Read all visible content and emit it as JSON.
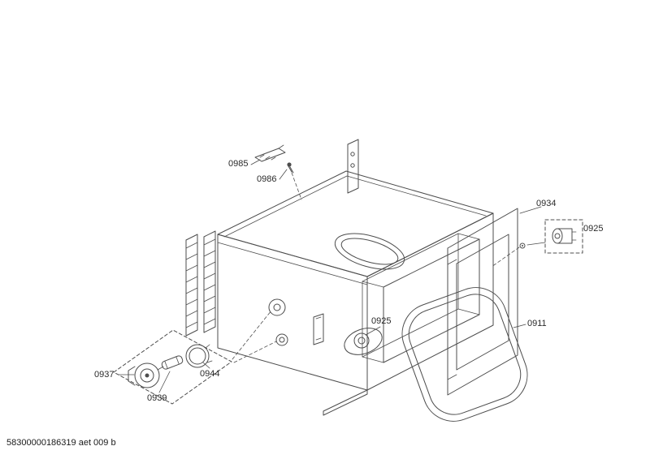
{
  "page": {
    "background": "#ffffff",
    "line_color": "#4d4d4d",
    "text_color": "#2a2a2a"
  },
  "labels": {
    "p0985": "0985",
    "p0986": "0986",
    "p0934": "0934",
    "p0925_right": "0925",
    "p0925_center": "0925",
    "p0911": "0911",
    "p0937": "0937",
    "p0939": "0939",
    "p0944": "0944"
  },
  "footer": "58300000186319 aet 009 b"
}
